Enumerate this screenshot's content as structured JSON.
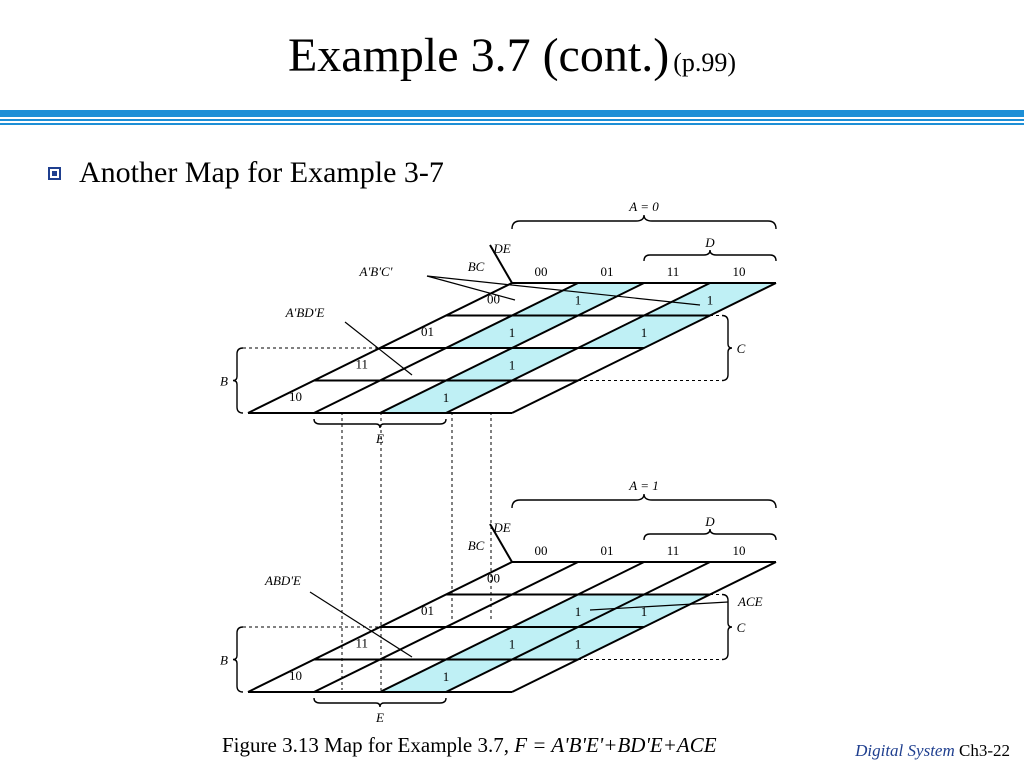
{
  "title": {
    "main": "Example 3.7 (cont.)",
    "ref": "(p.99)"
  },
  "bullet": {
    "text": "Another Map for Example 3-7"
  },
  "maps": [
    {
      "a_label": "A = 0",
      "d_label": "D",
      "de_label": "DE",
      "bc_label": "BC",
      "col_labels": [
        "00",
        "01",
        "11",
        "10"
      ],
      "row_labels": [
        "00",
        "01",
        "11",
        "10"
      ],
      "b_label": "B",
      "c_label": "C",
      "e_label": "E",
      "cells": [
        {
          "row": 0,
          "col": 1,
          "value": "1"
        },
        {
          "row": 0,
          "col": 4,
          "value": "1"
        },
        {
          "row": 1,
          "col": 1,
          "value": "1"
        },
        {
          "row": 1,
          "col": 4,
          "value": "1"
        },
        {
          "row": 2,
          "col": 2,
          "value": "1"
        },
        {
          "row": 3,
          "col": 2,
          "value": "1"
        }
      ],
      "annotations": [
        "A'B'C'",
        "A'BD'E"
      ]
    },
    {
      "a_label": "A = 1",
      "d_label": "D",
      "de_label": "DE",
      "bc_label": "BC",
      "col_labels": [
        "00",
        "01",
        "11",
        "10"
      ],
      "row_labels": [
        "00",
        "01",
        "11",
        "10"
      ],
      "b_label": "B",
      "c_label": "C",
      "e_label": "E",
      "cells": [
        {
          "row": 1,
          "col": 2,
          "value": "1"
        },
        {
          "row": 1,
          "col": 3,
          "value": "1"
        },
        {
          "row": 2,
          "col": 2,
          "value": "1"
        },
        {
          "row": 2,
          "col": 3,
          "value": "1"
        },
        {
          "row": 3,
          "col": 2,
          "value": "1"
        }
      ],
      "annotations": [
        "ABD'E",
        "ACE"
      ]
    }
  ],
  "caption": {
    "text": "Figure 3.13 Map for Example 3.7,",
    "equation": "F = A'B'E'+BD'E+ACE"
  },
  "footer": {
    "course": "Digital System",
    "page": "Ch3-22"
  },
  "colors": {
    "rule": "#1e8fd6",
    "highlight": "#bff0f5",
    "bullet": "#1f3f8f"
  }
}
